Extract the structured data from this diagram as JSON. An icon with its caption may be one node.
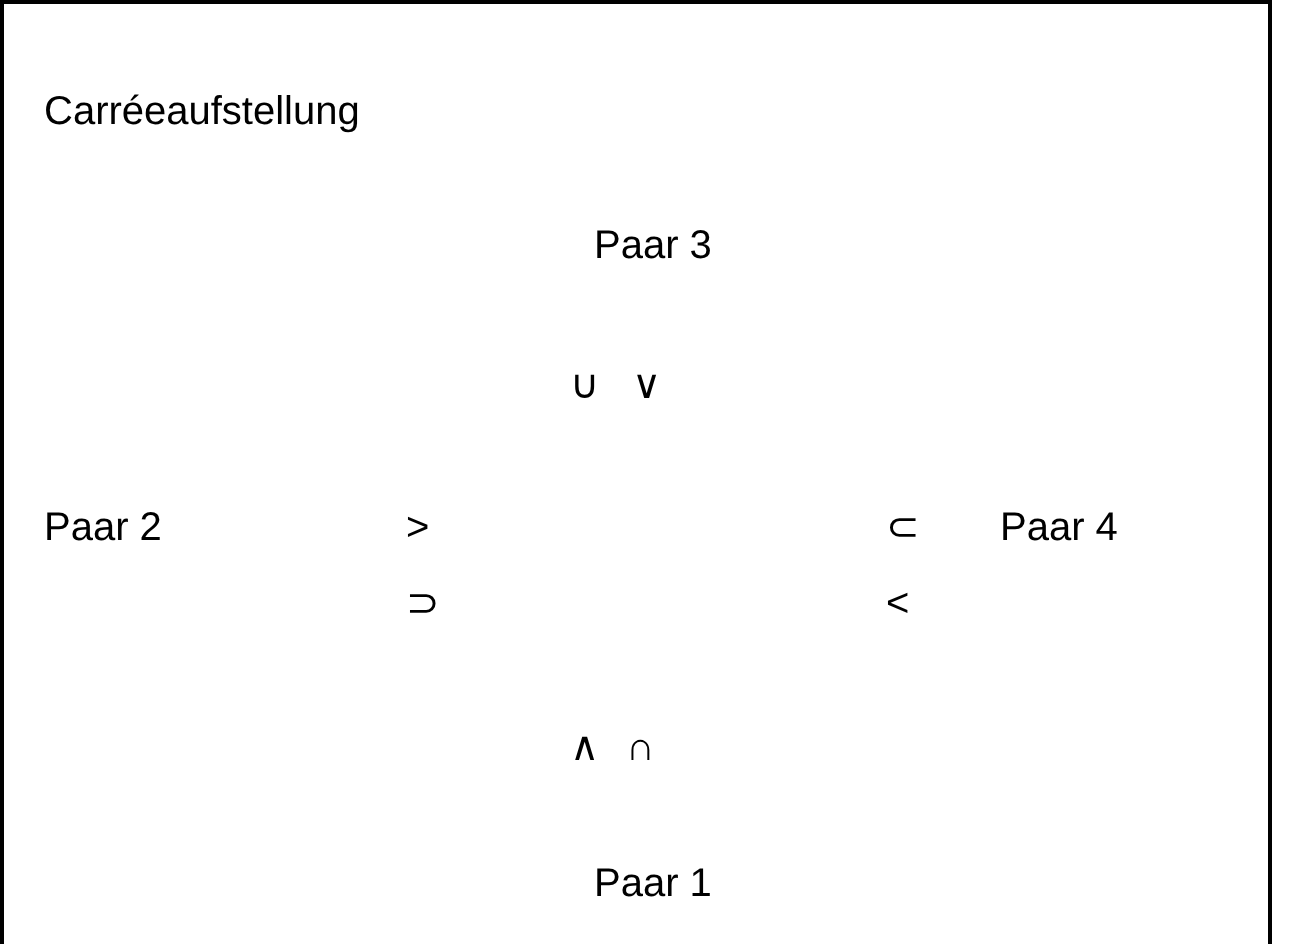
{
  "diagram": {
    "title": "Carréeaufstellung",
    "labels": [
      "Paar 3",
      "∪",
      "∨",
      "Paar 2",
      ">",
      "⊂",
      "Paar 4",
      "⊃",
      "<",
      "∧",
      "∩",
      "Paar 1"
    ]
  }
}
